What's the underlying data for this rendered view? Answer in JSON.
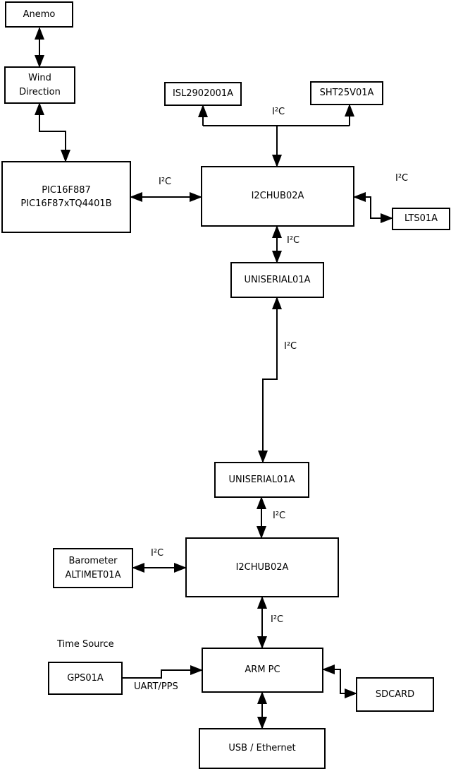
{
  "diagram": {
    "type": "block-diagram",
    "boxes": {
      "anemo": {
        "label": "Anemo"
      },
      "wind": {
        "label": "Wind\nDirection"
      },
      "pic": {
        "label": "PIC16F887\nPIC16F87xTQ4401B"
      },
      "isl": {
        "label": "ISL2902001A"
      },
      "sht": {
        "label": "SHT25V01A"
      },
      "hub1": {
        "label": "I2CHUB02A"
      },
      "lts": {
        "label": "LTS01A"
      },
      "uniserial1": {
        "label": "UNISERIAL01A"
      },
      "uniserial2": {
        "label": "UNISERIAL01A"
      },
      "baro": {
        "label": "Barometer\nALTIMET01A"
      },
      "hub2": {
        "label": "I2CHUB02A"
      },
      "gps": {
        "label": "GPS01A"
      },
      "armpc": {
        "label": "ARM PC"
      },
      "sdcard": {
        "label": "SDCARD"
      },
      "usb": {
        "label": "USB / Ethernet"
      }
    },
    "edge_labels": {
      "i2c": "I²C",
      "time_source": "Time Source",
      "uart_pps": "UART/PPS"
    },
    "connections": [
      {
        "from": "Anemo",
        "to": "Wind Direction",
        "label": "",
        "bidirectional": true
      },
      {
        "from": "Wind Direction",
        "to": "PIC16F887 PIC16F87xTQ4401B",
        "label": "",
        "bidirectional": true
      },
      {
        "from": "PIC16F887 PIC16F87xTQ4401B",
        "to": "I2CHUB02A (upper)",
        "label": "I²C",
        "bidirectional": true
      },
      {
        "from": "I2CHUB02A (upper)",
        "to": "ISL2902001A",
        "label": "I²C",
        "bidirectional": true
      },
      {
        "from": "I2CHUB02A (upper)",
        "to": "SHT25V01A",
        "label": "I²C",
        "bidirectional": true
      },
      {
        "from": "I2CHUB02A (upper)",
        "to": "LTS01A",
        "label": "I²C",
        "bidirectional": true
      },
      {
        "from": "I2CHUB02A (upper)",
        "to": "UNISERIAL01A (upper)",
        "label": "I²C",
        "bidirectional": true
      },
      {
        "from": "UNISERIAL01A (upper)",
        "to": "UNISERIAL01A (lower)",
        "label": "I²C",
        "bidirectional": true
      },
      {
        "from": "UNISERIAL01A (lower)",
        "to": "I2CHUB02A (lower)",
        "label": "I²C",
        "bidirectional": true
      },
      {
        "from": "Barometer ALTIMET01A",
        "to": "I2CHUB02A (lower)",
        "label": "I²C",
        "bidirectional": true
      },
      {
        "from": "I2CHUB02A (lower)",
        "to": "ARM PC",
        "label": "I²C",
        "bidirectional": true
      },
      {
        "from": "GPS01A",
        "to": "ARM PC",
        "label": "UART/PPS",
        "bidirectional": false
      },
      {
        "from": "ARM PC",
        "to": "SDCARD",
        "label": "",
        "bidirectional": true
      },
      {
        "from": "ARM PC",
        "to": "USB / Ethernet",
        "label": "",
        "bidirectional": true
      }
    ],
    "colors": {
      "background": "#ffffff",
      "line": "#000000",
      "box_fill": "#ffffff",
      "text": "#000000"
    }
  }
}
